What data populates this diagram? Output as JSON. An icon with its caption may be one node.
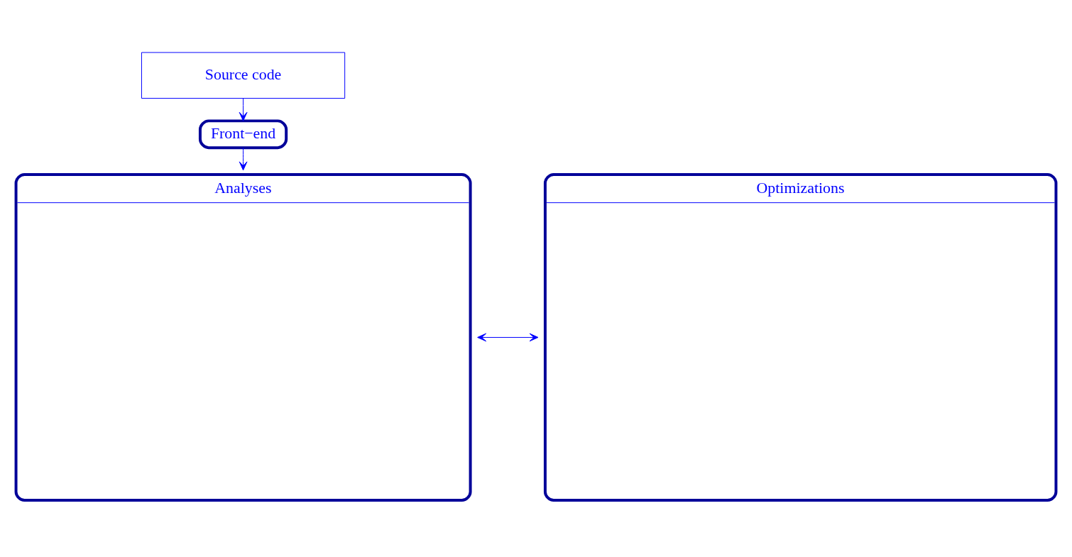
{
  "diagram": {
    "nodes": [
      {
        "text": [
          "Source code"
        ]
      },
      {
        "text": [
          "Front−end"
        ]
      },
      {
        "text": [
          "Analyses"
        ]
      },
      {
        "text": [
          "Optimizations"
        ]
      }
    ],
    "edges": [
      {
        "from": 0,
        "to": 1,
        "arrow": "to"
      },
      {
        "from": 1,
        "to": 2,
        "arrow": "to"
      },
      {
        "from": 2,
        "to": 3,
        "arrow": "both"
      }
    ]
  }
}
